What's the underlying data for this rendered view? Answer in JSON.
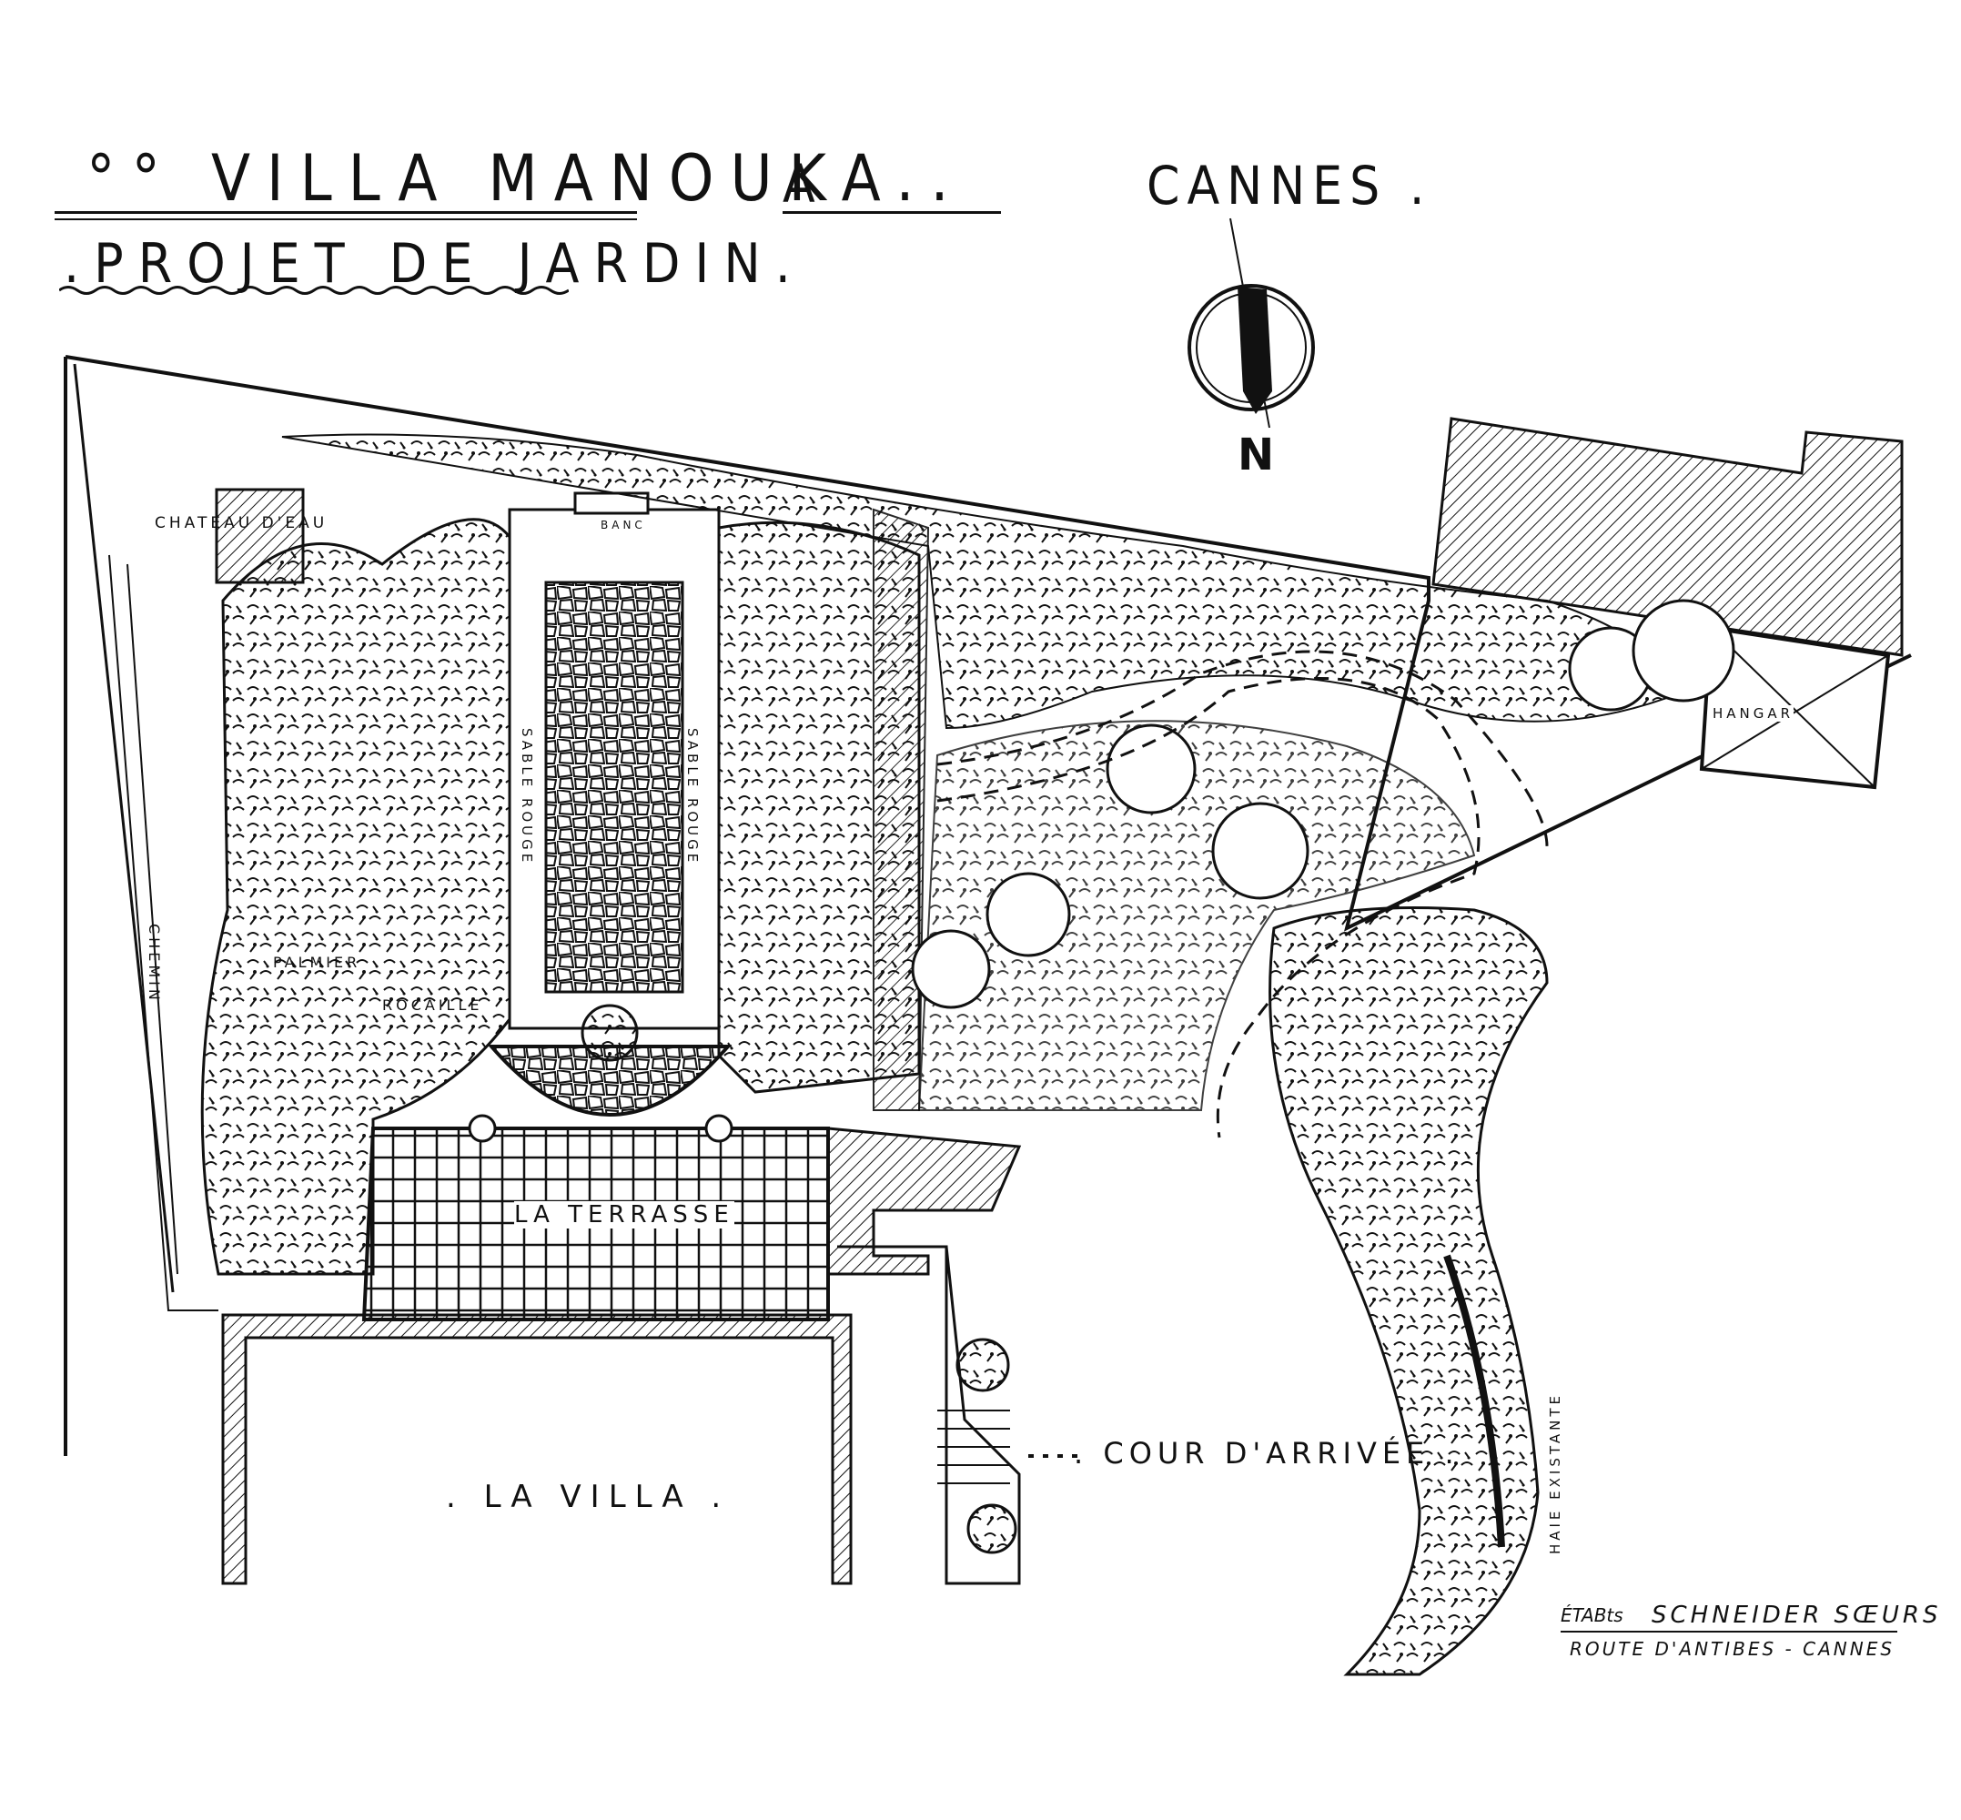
{
  "header": {
    "title_part1": "°° VILLA  MANOUKA..",
    "title_part2": "A",
    "title_part3": "CANNES .",
    "subtitle": ".PROJET DE JARDIN."
  },
  "compass": {
    "label": "N"
  },
  "labels": {
    "chateau_deau": "CHATEAU D'EAU",
    "chemin": "CHEMIN",
    "palmier": "PALMIER",
    "rocaille": "ROCAILLE",
    "sable_rouge_1": "SABLE ROUGE",
    "sable_rouge_2": "SABLE ROUGE",
    "banc": "BANC",
    "terrasse": "LA TERRASSE",
    "villa": ". LA VILLA .",
    "cour": ". COUR D'ARRIVÉE .",
    "hangar": "HANGAR",
    "haie": "HAIE EXISTANTE"
  },
  "signature": {
    "line1_prefix": "ÉTABts",
    "line1_name": "SCHNEIDER SŒURS",
    "line2": "ROUTE D'ANTIBES - CANNES"
  },
  "colors": {
    "ink": "#111111",
    "paper": "#ffffff"
  }
}
